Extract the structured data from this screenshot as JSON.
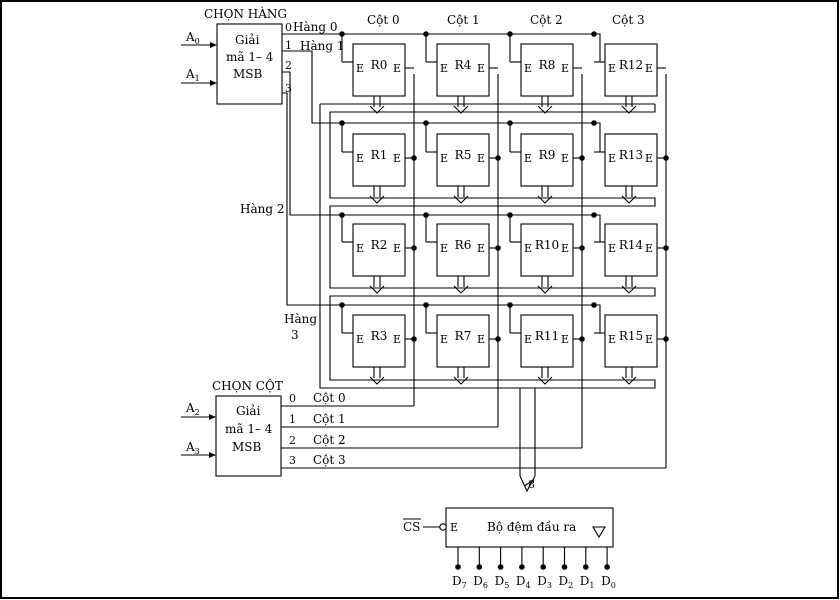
{
  "row_decoder": {
    "title": "CHỌN HÀNG",
    "body": [
      "Giải",
      "mã 1– 4",
      "MSB"
    ],
    "inputs": [
      "A0",
      "A1"
    ],
    "outputs": [
      "0",
      "1",
      "2",
      "3"
    ]
  },
  "row_labels": [
    "Hàng 0",
    "Hàng 1",
    "Hàng 2",
    "Hàng",
    "3"
  ],
  "col_headers": [
    "Cột 0",
    "Cột 1",
    "Cột 2",
    "Cột 3"
  ],
  "registers": [
    [
      "R0",
      "R4",
      "R8",
      "R12"
    ],
    [
      "R1",
      "R5",
      "R9",
      "R13"
    ],
    [
      "R2",
      "R6",
      "R10",
      "R14"
    ],
    [
      "R3",
      "R7",
      "R11",
      "R15"
    ]
  ],
  "enable_mark": "E",
  "col_decoder": {
    "title": "CHỌN CỘT",
    "body": [
      "Giải",
      "mã 1– 4",
      "MSB"
    ],
    "inputs": [
      "A2",
      "A3"
    ],
    "outputs": [
      "0",
      "1",
      "2",
      "3"
    ],
    "output_labels": [
      "Cột 0",
      "Cột 1",
      "Cột 2",
      "Cột 3"
    ]
  },
  "bus_width": "8",
  "output_buffer": {
    "label": "Bộ đệm đầu ra",
    "enable": "E",
    "cs": "CS",
    "outputs": [
      "D7",
      "D6",
      "D5",
      "D4",
      "D3",
      "D2",
      "D1",
      "D0"
    ]
  }
}
